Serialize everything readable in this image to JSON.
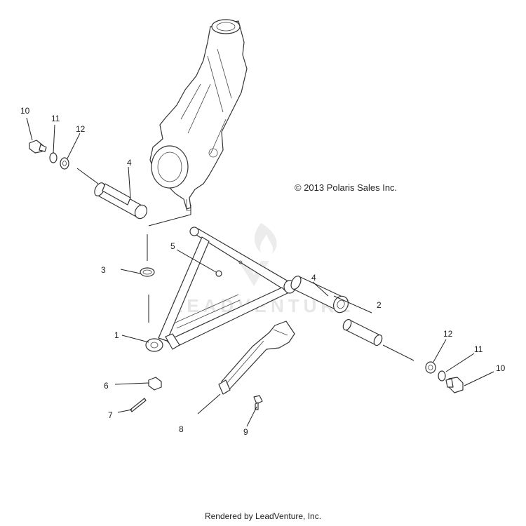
{
  "copyright": "© 2013 Polaris Sales Inc.",
  "watermark": "LEADVENTURE",
  "footer": "Rendered by LeadVenture, Inc.",
  "callouts": {
    "c1": "1",
    "c2": "2",
    "c3": "3",
    "c4a": "4",
    "c4b": "4",
    "c5": "5",
    "c6": "6",
    "c7": "7",
    "c8": "8",
    "c9": "9",
    "c10a": "10",
    "c10b": "10",
    "c11a": "11",
    "c11b": "11",
    "c12a": "12",
    "c12b": "12"
  },
  "colors": {
    "line": "#333333",
    "watermark": "#e6e6e6"
  }
}
